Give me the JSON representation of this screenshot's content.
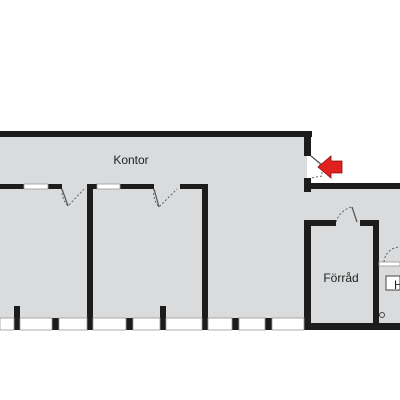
{
  "floorplan": {
    "rooms": [
      {
        "id": "kontor",
        "label": "Kontor"
      },
      {
        "id": "forrad",
        "label": "Förråd"
      },
      {
        "id": "partial-room",
        "label": "H"
      }
    ],
    "entrance_marker": "entrance-arrow-icon",
    "colors": {
      "floor": "#d9dbdd",
      "wall": "#1c1c1c",
      "window": "#ffffff",
      "door": "#555555",
      "entrance": "#e0211f",
      "background": "#ffffff"
    }
  }
}
